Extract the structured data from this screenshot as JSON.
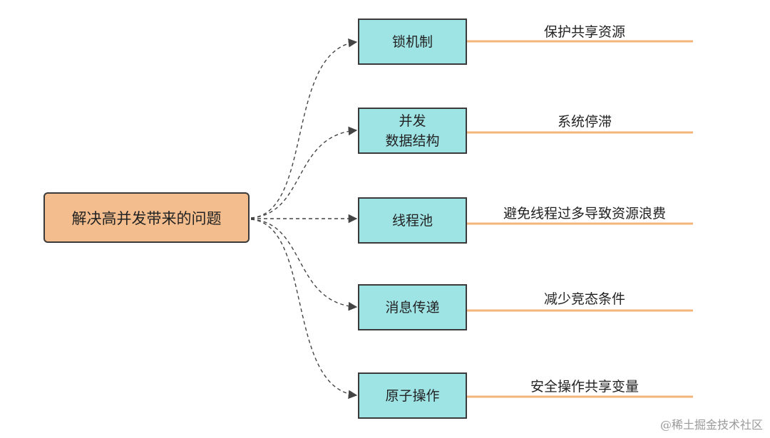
{
  "root": {
    "label": "解决高并发带来的问题"
  },
  "branches": [
    {
      "label": "锁机制",
      "note": "保护共享资源"
    },
    {
      "label": "并发\n数据结构",
      "note": "系统停滞"
    },
    {
      "label": "线程池",
      "note": "避免线程过多导致资源浪费"
    },
    {
      "label": "消息传递",
      "note": "减少竞态条件"
    },
    {
      "label": "原子操作",
      "note": "安全操作共享变量"
    }
  ],
  "watermark": "@稀土掘金技术社区",
  "colors": {
    "root_fill": "#f3bd8d",
    "node_fill": "#9fe4e5",
    "note_line": "#f4b57a",
    "connector": "#444444"
  }
}
